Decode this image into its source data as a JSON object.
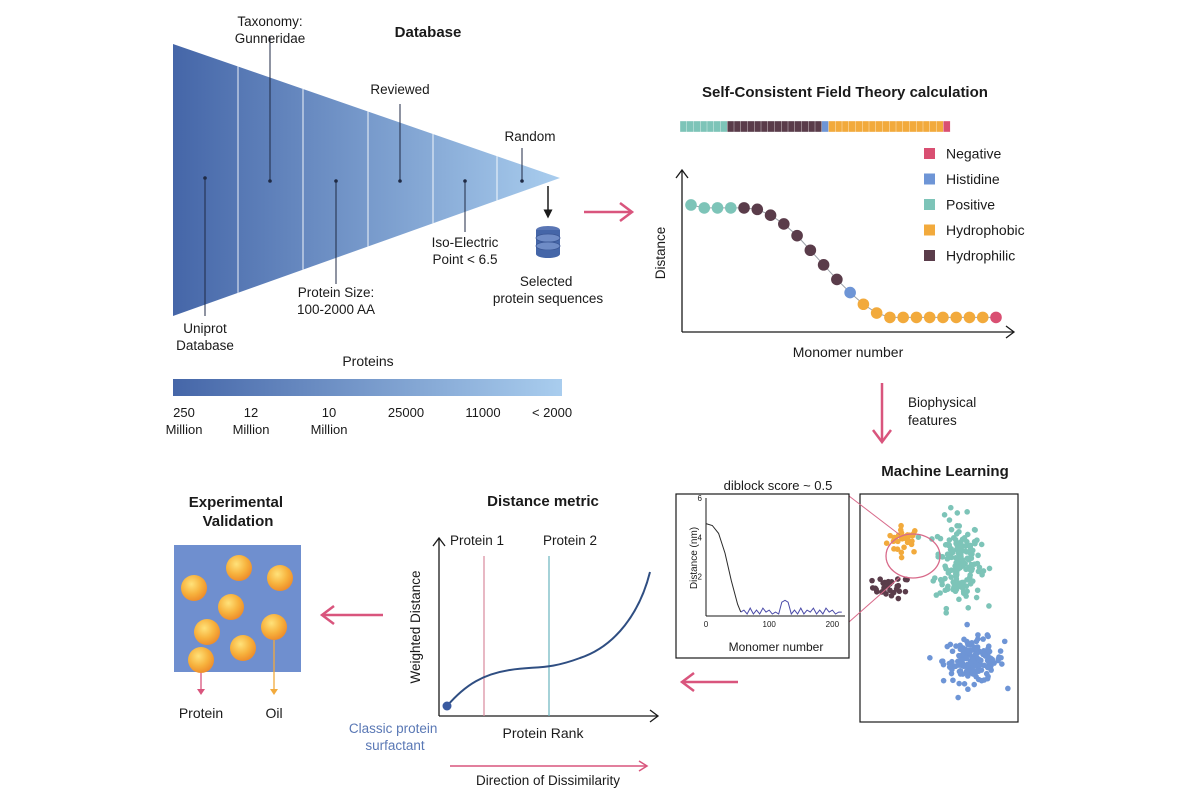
{
  "funnel": {
    "title": "Database",
    "stages": [
      {
        "label_lines": [
          "Uniprot",
          "Database"
        ]
      },
      {
        "label_lines": [
          "Taxonomy:",
          "Gunneridae"
        ]
      },
      {
        "label_lines": [
          "Protein Size:",
          "100-2000 AA"
        ]
      },
      {
        "label_lines": [
          "Reviewed"
        ]
      },
      {
        "label_lines": [
          "Iso-Electric",
          "Point < 6.5"
        ]
      },
      {
        "label_lines": [
          "Random"
        ]
      }
    ],
    "selected_label_lines": [
      "Selected",
      "protein sequences"
    ],
    "scale_title": "Proteins",
    "scale_ticks": [
      {
        "lines": [
          "250",
          "Million"
        ]
      },
      {
        "lines": [
          "12",
          "Million"
        ]
      },
      {
        "lines": [
          "10",
          "Million"
        ]
      },
      {
        "lines": [
          "25000"
        ]
      },
      {
        "lines": [
          "11000"
        ]
      },
      {
        "lines": [
          "< 2000"
        ]
      }
    ]
  },
  "scft": {
    "title": "Self-Consistent Field Theory calculation",
    "xlabel": "Monomer number",
    "ylabel": "Distance",
    "legend": [
      {
        "label": "Negative",
        "color": "#d94f72"
      },
      {
        "label": "Histidine",
        "color": "#6e95d6"
      },
      {
        "label": "Positive",
        "color": "#7dc4b8"
      },
      {
        "label": "Hydrophobic",
        "color": "#f2aa3c"
      },
      {
        "label": "Hydrophilic",
        "color": "#5a3c4a"
      }
    ],
    "sequence_bar": [
      "Positive",
      "Positive",
      "Positive",
      "Positive",
      "Positive",
      "Positive",
      "Positive",
      "Hydrophilic",
      "Hydrophilic",
      "Hydrophilic",
      "Hydrophilic",
      "Hydrophilic",
      "Hydrophilic",
      "Hydrophilic",
      "Hydrophilic",
      "Hydrophilic",
      "Hydrophilic",
      "Hydrophilic",
      "Hydrophilic",
      "Hydrophilic",
      "Hydrophilic",
      "Histidine",
      "Hydrophobic",
      "Hydrophobic",
      "Hydrophobic",
      "Hydrophobic",
      "Hydrophobic",
      "Hydrophobic",
      "Hydrophobic",
      "Hydrophobic",
      "Hydrophobic",
      "Hydrophobic",
      "Hydrophobic",
      "Hydrophobic",
      "Hydrophobic",
      "Hydrophobic",
      "Hydrophobic",
      "Hydrophobic",
      "Hydrophobic",
      "Negative"
    ],
    "profile": [
      {
        "t": "Positive",
        "y": 0.87
      },
      {
        "t": "Positive",
        "y": 0.85
      },
      {
        "t": "Positive",
        "y": 0.85
      },
      {
        "t": "Positive",
        "y": 0.85
      },
      {
        "t": "Hydrophilic",
        "y": 0.85
      },
      {
        "t": "Hydrophilic",
        "y": 0.84
      },
      {
        "t": "Hydrophilic",
        "y": 0.8
      },
      {
        "t": "Hydrophilic",
        "y": 0.74
      },
      {
        "t": "Hydrophilic",
        "y": 0.66
      },
      {
        "t": "Hydrophilic",
        "y": 0.56
      },
      {
        "t": "Hydrophilic",
        "y": 0.46
      },
      {
        "t": "Hydrophilic",
        "y": 0.36
      },
      {
        "t": "Histidine",
        "y": 0.27
      },
      {
        "t": "Hydrophobic",
        "y": 0.19
      },
      {
        "t": "Hydrophobic",
        "y": 0.13
      },
      {
        "t": "Hydrophobic",
        "y": 0.1
      },
      {
        "t": "Hydrophobic",
        "y": 0.1
      },
      {
        "t": "Hydrophobic",
        "y": 0.1
      },
      {
        "t": "Hydrophobic",
        "y": 0.1
      },
      {
        "t": "Hydrophobic",
        "y": 0.1
      },
      {
        "t": "Hydrophobic",
        "y": 0.1
      },
      {
        "t": "Hydrophobic",
        "y": 0.1
      },
      {
        "t": "Hydrophobic",
        "y": 0.1
      },
      {
        "t": "Negative",
        "y": 0.1
      }
    ]
  },
  "biophysical_label_lines": [
    "Biophysical",
    "features"
  ],
  "ml": {
    "title": "Machine Learning",
    "inset": {
      "caption": "diblock score ~ 0.5",
      "xlabel": "Monomer number",
      "ylabel": "Distance (nm)",
      "xticks": [
        "0",
        "100",
        "200"
      ],
      "yticks": [
        "6",
        "4",
        "2"
      ],
      "xlim": [
        0,
        220
      ],
      "ylim": [
        0,
        6
      ],
      "curve": [
        [
          0,
          4.7
        ],
        [
          10,
          4.6
        ],
        [
          20,
          4.2
        ],
        [
          30,
          3.2
        ],
        [
          40,
          1.8
        ],
        [
          50,
          0.6
        ],
        [
          55,
          0.2
        ],
        [
          60,
          0.3
        ],
        [
          65,
          0.1
        ],
        [
          70,
          0.4
        ],
        [
          75,
          0.1
        ],
        [
          80,
          0.3
        ],
        [
          85,
          0.1
        ],
        [
          90,
          0.4
        ],
        [
          95,
          0.2
        ],
        [
          100,
          0.3
        ],
        [
          105,
          0.1
        ],
        [
          110,
          0.2
        ],
        [
          115,
          0.1
        ],
        [
          120,
          0.7
        ],
        [
          125,
          0.8
        ],
        [
          130,
          0.7
        ],
        [
          135,
          0.1
        ],
        [
          140,
          0.3
        ],
        [
          145,
          0.1
        ],
        [
          150,
          0.4
        ],
        [
          155,
          0.1
        ],
        [
          160,
          0.3
        ],
        [
          165,
          0.2
        ],
        [
          170,
          0.4
        ],
        [
          175,
          0.1
        ],
        [
          180,
          0.3
        ],
        [
          185,
          0.1
        ],
        [
          190,
          0.4
        ],
        [
          195,
          0.2
        ],
        [
          200,
          0.3
        ],
        [
          205,
          0.1
        ],
        [
          210,
          0.2
        ],
        [
          215,
          0.2
        ]
      ]
    },
    "clusters": [
      {
        "type": "Hydrophobic",
        "color": "#f2aa3c",
        "n": 30,
        "center": [
          0.28,
          0.8
        ],
        "spread": [
          0.09,
          0.05
        ]
      },
      {
        "type": "Hydrophilic",
        "color": "#5a3c4a",
        "n": 30,
        "center": [
          0.2,
          0.59
        ],
        "spread": [
          0.1,
          0.04
        ]
      },
      {
        "type": "Positive",
        "color": "#7dc4b8",
        "n": 170,
        "center": [
          0.62,
          0.7
        ],
        "spread": [
          0.12,
          0.16
        ]
      },
      {
        "type": "Histidine",
        "color": "#6e95d6",
        "n": 150,
        "center": [
          0.72,
          0.27
        ],
        "spread": [
          0.16,
          0.08
        ]
      }
    ]
  },
  "distance_metric": {
    "title": "Distance metric",
    "xlabel": "Protein Rank",
    "ylabel": "Weighted Distance",
    "protein1": "Protein 1",
    "protein2": "Protein 2",
    "classic_lines": [
      "Classic protein",
      "surfactant"
    ],
    "direction": "Direction of Dissimilarity"
  },
  "validation": {
    "title_lines": [
      "Experimental",
      "Validation"
    ],
    "protein_label": "Protein",
    "oil_label": "Oil"
  },
  "colors": {
    "funnel_dark": "#4566a8",
    "funnel_light": "#a9cdee",
    "arrow": "#d9557d",
    "validation_bg": "#6f8fcf",
    "droplet": "#f5a236"
  }
}
